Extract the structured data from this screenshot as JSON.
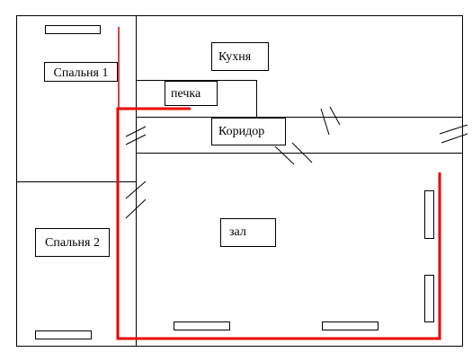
{
  "rooms": {
    "bedroom1": "Спальня 1",
    "bedroom2": "Спальня 2",
    "kitchen": "Кухня",
    "stove": "печка",
    "corridor": "Коридор",
    "hall": "зал"
  },
  "colors": {
    "walls": "#000000",
    "heating_pipe": "#ee0000",
    "background": "#ffffff"
  }
}
